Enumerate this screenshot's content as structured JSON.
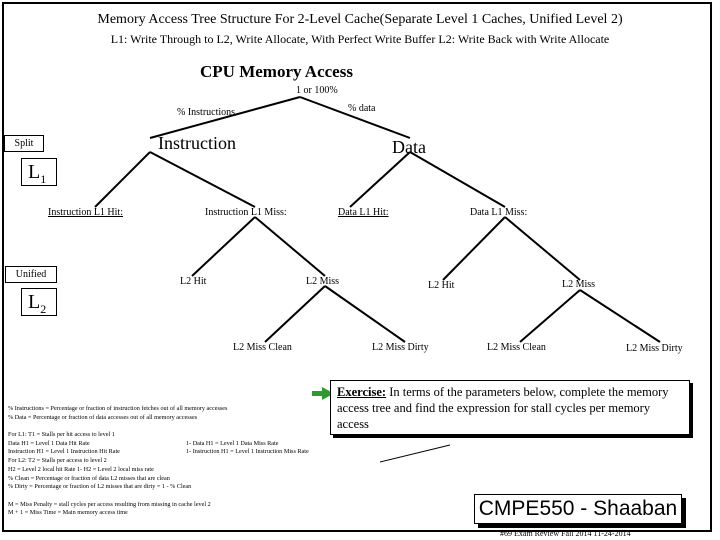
{
  "header": {
    "title": "Memory Access Tree Structure For 2-Level Cache(Separate Level 1 Caches, Unified Level 2)",
    "subtitle": "L1: Write Through to L2, Write Allocate, With Perfect Write Buffer   L2: Write Back with Write Allocate"
  },
  "tree": {
    "root": "CPU Memory Access",
    "root_note": "1 or 100%",
    "pct_instructions": "% Instructions",
    "pct_data": "% data",
    "instruction": "Instruction",
    "data": "Data",
    "instr_l1_hit": "Instruction L1 Hit:",
    "instr_l1_miss": "Instruction L1 Miss:",
    "data_l1_hit": "Data L1 Hit:",
    "data_l1_miss": "Data L1 Miss:",
    "l2_hit_left": "L2 Hit",
    "l2_miss_left": "L2 Miss",
    "l2_hit_right": "L2 Hit",
    "l2_miss_right": "L2 Miss",
    "l2_miss_clean_left": "L2 Miss Clean",
    "l2_miss_dirty_left": "L2 Miss Dirty",
    "l2_miss_clean_right": "L2 Miss Clean",
    "l2_miss_dirty_right": "L2 Miss Dirty"
  },
  "labels": {
    "split": "Split",
    "unified": "Unified",
    "l1_main": "L",
    "l1_sub": "1",
    "l2_main": "L",
    "l2_sub": "2"
  },
  "exercise": {
    "label": "Exercise:",
    "text": " In terms of the parameters below, complete the memory access tree and find the expression for stall cycles per memory access"
  },
  "notes": [
    {
      "a": "% Instructions = Percentage or fraction of instruction fetches out of all memory accesses",
      "b": ""
    },
    {
      "a": "% Data = Percentage or fraction of data accesses out of all memory accesses",
      "b": ""
    },
    {
      "a": "",
      "b": ""
    },
    {
      "a": "For L1:     T1 = Stalls per hit access to level 1",
      "b": ""
    },
    {
      "a": "Data H1 = Level 1 Data Hit Rate",
      "b": "1- Data H1 = Level 1 Data Miss Rate"
    },
    {
      "a": "Instruction H1 = Level 1 Instruction Hit Rate",
      "b": "1- Instruction H1 = Level 1 Instruction Miss Rate"
    },
    {
      "a": "For L2:     T2 = Stalls per access to level 2",
      "b": ""
    },
    {
      "a": "H2 = Level 2 local hit Rate     1- H2 = Level 2 local miss rate",
      "b": ""
    },
    {
      "a": "% Clean = Percentage or fraction of data L2 misses that are clean",
      "b": ""
    },
    {
      "a": "% Dirty = Percentage or fraction of L2 misses that are dirty = 1 - % Clean",
      "b": ""
    },
    {
      "a": "",
      "b": ""
    },
    {
      "a": "M = Miss Penalty = stall cycles per access resulting from missing in cache level 2",
      "b": ""
    },
    {
      "a": "M + 1 = Miss Time = Main memory access time",
      "b": ""
    }
  ],
  "badge": "CMPE550 - Shaaban",
  "footer": "#69   Exam Review  Fall 2014   11-24-2014"
}
